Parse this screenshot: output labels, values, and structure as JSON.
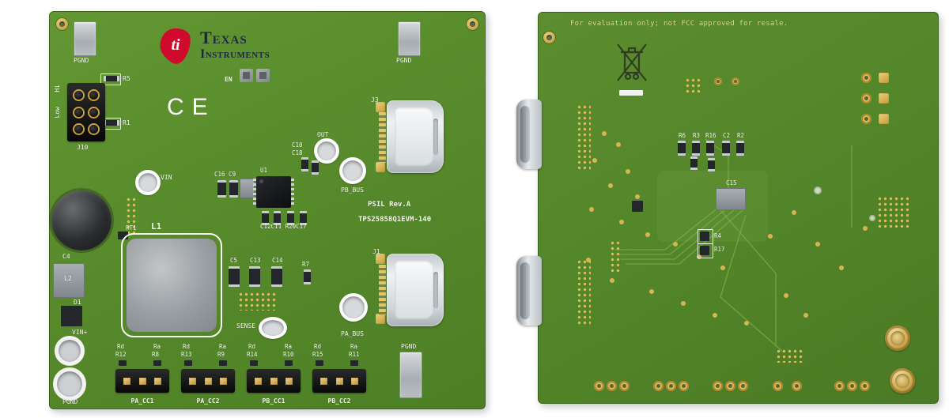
{
  "top": {
    "logo": {
      "line1": "Texas",
      "line2": "Instruments"
    },
    "pgnd_tl": "PGND",
    "pgnd_tr": "PGND",
    "pgnd_bl": "PGND",
    "pgnd_br": "PGND",
    "en": "EN",
    "r5": "R5",
    "r1": "R1",
    "hi": "Hi",
    "low": "Low",
    "j10": "J10",
    "ce_mark": "CE",
    "j3": "J3",
    "out": "OUT",
    "c10": "C10",
    "c18": "C18",
    "vin": "VIN",
    "c16_c9": "C16 C9",
    "u1": "U1",
    "pb_bus": "PB_BUS",
    "rev": "PSIL Rev.A",
    "part_number": "TPS25858Q1EVM-140",
    "c12_row": "C12C11 R20C17",
    "rt1": "RT1",
    "l1": "L1",
    "c4": "C4",
    "l2": "L2",
    "d1": "D1",
    "vin_plus": "VIN+",
    "c5": "C5",
    "c13": "C13",
    "c14": "C14",
    "r7": "R7",
    "sense": "SENSE",
    "j1": "J1",
    "pa_bus": "PA_BUS",
    "jumpers": [
      {
        "rd": "Rd",
        "ra": "Ra",
        "rd_ref": "R12",
        "ra_ref": "R8",
        "name": "PA_CC1"
      },
      {
        "rd": "Rd",
        "ra": "Ra",
        "rd_ref": "R13",
        "ra_ref": "R9",
        "name": "PA_CC2"
      },
      {
        "rd": "Rd",
        "ra": "Ra",
        "rd_ref": "R14",
        "ra_ref": "R10",
        "name": "PB_CC1"
      },
      {
        "rd": "Rd",
        "ra": "Ra",
        "rd_ref": "R15",
        "ra_ref": "R11",
        "name": "PB_CC2"
      }
    ]
  },
  "bottom": {
    "disclaimer": "For evaluation only; not FCC approved for resale.",
    "r6": "R6",
    "r3": "R3",
    "r16": "R16",
    "c2": "C2",
    "r2": "R2",
    "c15": "C15",
    "r4": "R4",
    "r17": "R17"
  },
  "colors": {
    "board_green": "#54862b",
    "silkscreen_white": "#f3f6ee",
    "pad_gold": "#d8b64f",
    "disclaimer_gold": "#e8d887",
    "ti_red": "#cf0a2c",
    "ti_navy": "#1b2743"
  }
}
